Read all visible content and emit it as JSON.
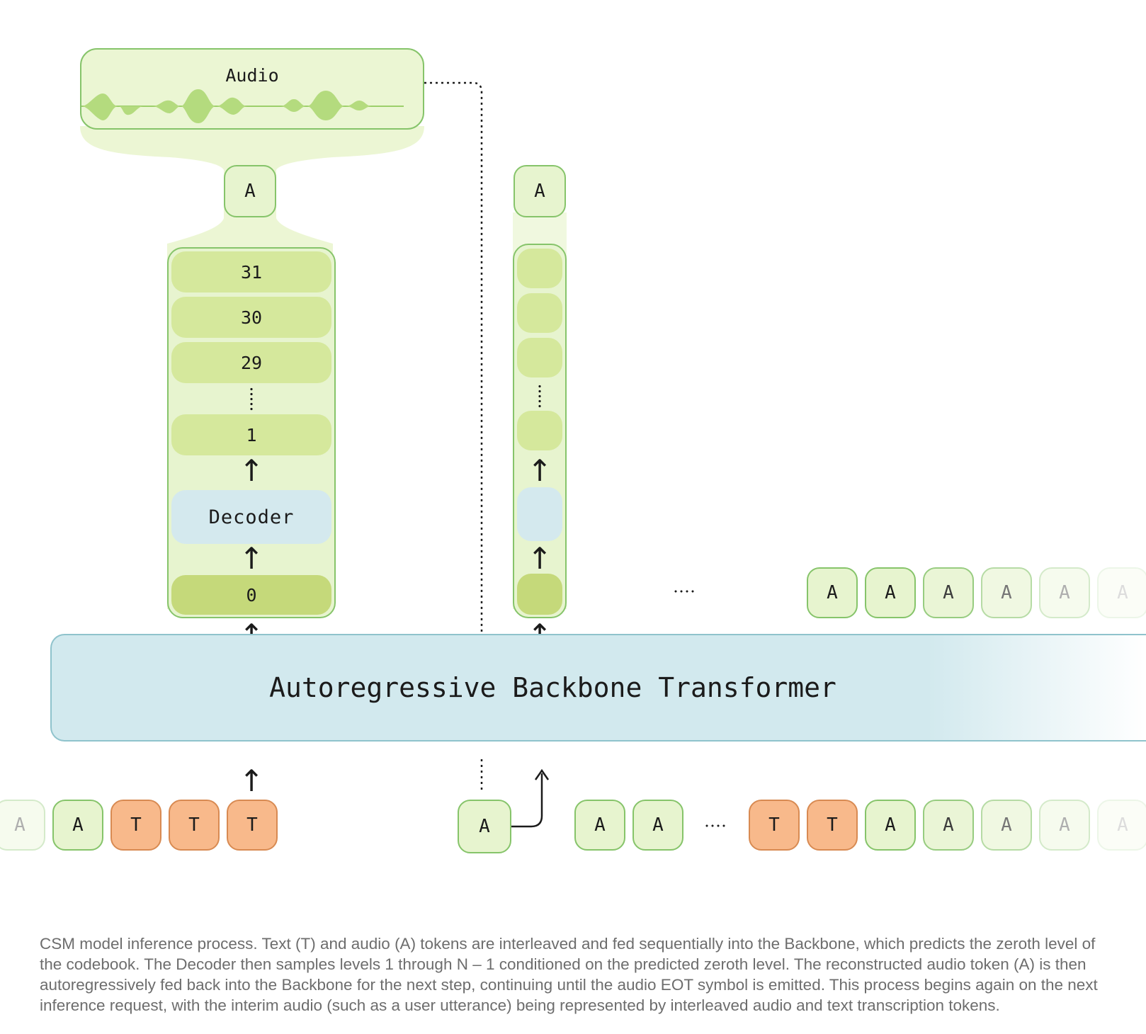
{
  "audio": {
    "label": "Audio"
  },
  "decoder_stack": {
    "output_token": "A",
    "levels": [
      "31",
      "30",
      "29",
      "1"
    ],
    "decoder_label": "Decoder",
    "zeroth_level": "0"
  },
  "second_stack": {
    "output_token": "A"
  },
  "backbone": {
    "label": "Autoregressive Backbone Transformer"
  },
  "future_outputs": [
    "A",
    "A",
    "A",
    "A",
    "A",
    "A"
  ],
  "input_sequence_left": [
    "A",
    "A",
    "T",
    "T",
    "T"
  ],
  "feedback_token": "A",
  "input_sequence_mid": [
    "A",
    "A"
  ],
  "input_sequence_right": [
    "T",
    "T",
    "A",
    "A",
    "A",
    "A",
    "A"
  ],
  "caption": "CSM model inference process. Text (T) and audio (A) tokens are interleaved and fed sequentially into the Backbone, which predicts the zeroth level of the codebook. The Decoder then samples levels 1 through N – 1 conditioned on the predicted zeroth level. The reconstructed audio token (A) is then autoregressively fed back into the Backbone for the next step, continuing until the audio EOT symbol is emitted. This process begins again on the next inference request, with the interim audio (such as a user utterance) being represented by interleaved audio and text transcription tokens.",
  "colors": {
    "audio_token_fill": "#e7f4cf",
    "audio_token_border": "#86c46a",
    "text_token_fill": "#f8b98b",
    "text_token_border": "#d88a52",
    "backbone_fill": "#d2e9ee",
    "level_fill": "#d5e89c"
  }
}
